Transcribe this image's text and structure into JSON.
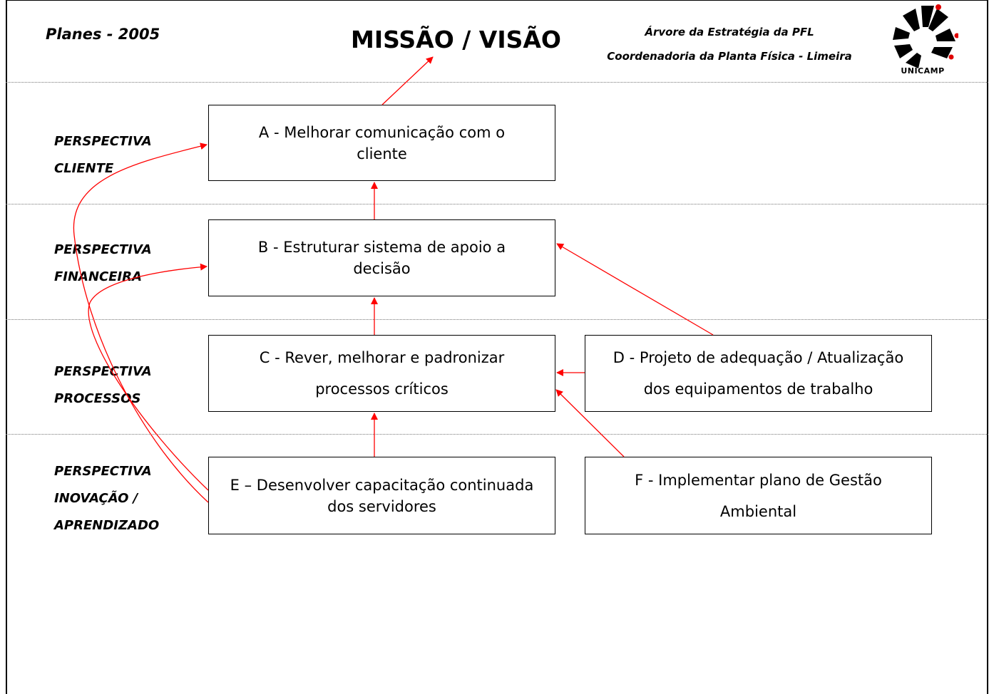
{
  "header": {
    "left_label": "Planes - 2005",
    "title": "MISSÃO / VISÃO",
    "subtitle_line1": "Árvore da Estratégia da PFL",
    "subtitle_line2": "Coordenadoria da Planta Física - Limeira",
    "logo_text": "UNICAMP"
  },
  "perspectives": [
    {
      "line1": "PERSPECTIVA",
      "line2": "CLIENTE",
      "line3": ""
    },
    {
      "line1": "PERSPECTIVA",
      "line2": "FINANCEIRA",
      "line3": ""
    },
    {
      "line1": "PERSPECTIVA",
      "line2": "PROCESSOS",
      "line3": ""
    },
    {
      "line1": "PERSPECTIVA",
      "line2": "INOVAÇÃO /",
      "line3": "APRENDIZADO"
    }
  ],
  "boxes": {
    "A": {
      "line1": "A - Melhorar comunicação com o",
      "line2": "cliente"
    },
    "B": {
      "line1": "B - Estruturar sistema de apoio a",
      "line2": "decisão"
    },
    "C": {
      "line1": "C - Rever, melhorar e padronizar",
      "line2": "processos críticos"
    },
    "D": {
      "line1": "D - Projeto de adequação / Atualização",
      "line2": "dos equipamentos de trabalho"
    },
    "E": {
      "line1": "E – Desenvolver capacitação continuada",
      "line2": "dos servidores"
    },
    "F": {
      "line1": "F - Implementar plano de Gestão",
      "line2": "Ambiental"
    }
  },
  "colors": {
    "arrow": "#ff0000",
    "logo_dot": "#e00000"
  }
}
